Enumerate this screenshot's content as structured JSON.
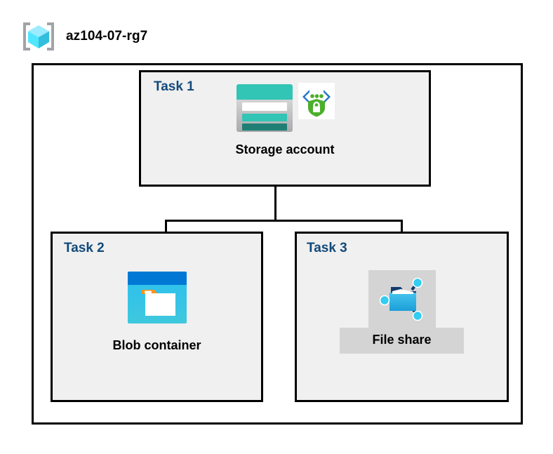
{
  "header": {
    "icon": "resource-group-icon",
    "title": "az104-07-rg7"
  },
  "container": {
    "name": "resource-group-container"
  },
  "tasks": [
    {
      "label": "Task 1",
      "node_caption": "Storage account",
      "icons": [
        "storage-account-icon",
        "private-endpoint-shield-icon"
      ]
    },
    {
      "label": "Task 2",
      "node_caption": "Blob container",
      "icons": [
        "blob-container-icon"
      ]
    },
    {
      "label": "Task 3",
      "node_caption": "File share",
      "icons": [
        "file-share-icon"
      ]
    }
  ],
  "colors": {
    "task_label": "#12497a",
    "task_fill": "#f0f0f0",
    "border": "#000000",
    "storage_teal": "#32c4b4",
    "storage_teal_dark": "#1f7f75",
    "blob_blue": "#0078d4",
    "blob_cyan": "#32c5f0",
    "blob_orange": "#f7941e",
    "shield_green": "#4caf2a",
    "cube_cyan": "#50e6ff",
    "highlight_gray": "#d4d4d4"
  }
}
